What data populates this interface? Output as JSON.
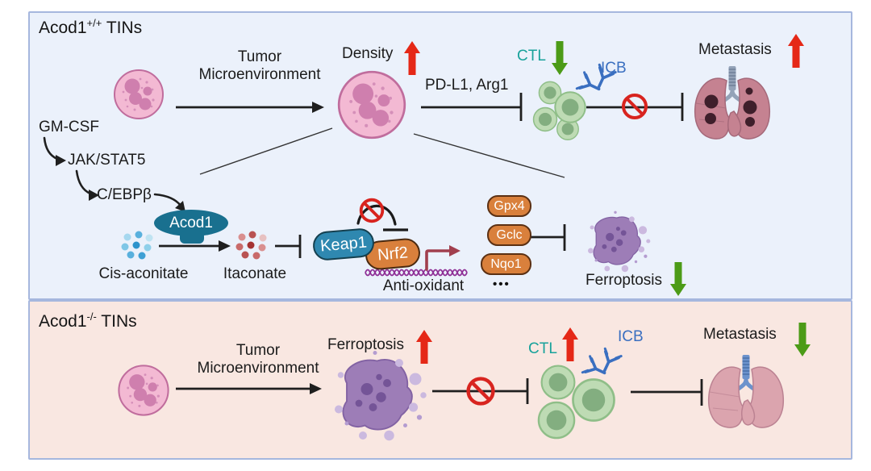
{
  "colors": {
    "panel_top_bg": "#ebf1fb",
    "panel_bottom_bg": "#f9e7e1",
    "panel_border": "#a6b7de",
    "red_arrow": "#e52817",
    "green_arrow": "#4c9b17",
    "ctl_teal": "#18a29b",
    "icb_blue": "#3a6fc0",
    "acod1_teal": "#19708f",
    "keap1_blue": "#2f88b0",
    "gene_orange": "#d9803c",
    "dna_purple": "#8e2f96",
    "prohibit_red": "#d8241f",
    "neutrophil_pink": "#f3b9d3",
    "ferroptosis_purple": "#9d7db7",
    "tcell_green": "#bedbb4",
    "lung_rose": "#c58291"
  },
  "top": {
    "title_gene": "Acod1",
    "title_sup": "+/+",
    "title_rest": "TINs",
    "tme_line1": "Tumor",
    "tme_line2": "Microenvironment",
    "density": "Density",
    "pdl1": "PD-L1, Arg1",
    "ctl": "CTL",
    "icb": "ICB",
    "metastasis": "Metastasis",
    "gmcsf": "GM-CSF",
    "jak": "JAK/STAT5",
    "cebpb": "C/EBPβ",
    "acod1": "Acod1",
    "cis": "Cis-aconitate",
    "ita": "Itaconate",
    "keap1": "Keap1",
    "nrf2": "Nrf2",
    "antiox": "Anti-oxidant",
    "genes": [
      "Gpx4",
      "Gclc",
      "Nqo1"
    ],
    "more": "•••",
    "ferroptosis": "Ferroptosis"
  },
  "bottom": {
    "title_gene": "Acod1",
    "title_sup": "-/-",
    "title_rest": "TINs",
    "tme_line1": "Tumor",
    "tme_line2": "Microenvironment",
    "ferroptosis": "Ferroptosis",
    "ctl": "CTL",
    "icb": "ICB",
    "metastasis": "Metastasis"
  }
}
